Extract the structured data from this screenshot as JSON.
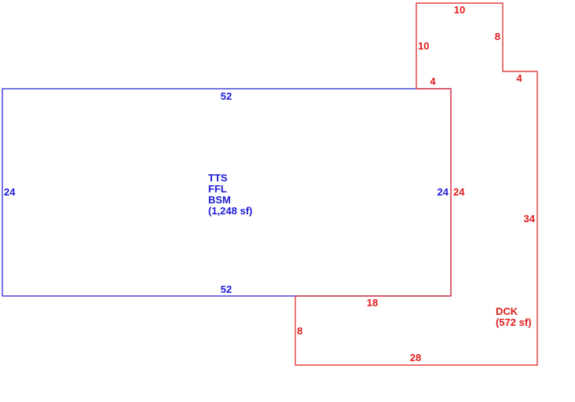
{
  "colors": {
    "main_structure": "#1a1ad6",
    "deck": "#e01b1b",
    "background": "#ffffff"
  },
  "main_area": {
    "labels": [
      "TTS",
      "FFL",
      "BSM"
    ],
    "area": "(1,248 sf)",
    "dimensions": {
      "top": "52",
      "bottom": "52",
      "left": "24",
      "right": "24"
    }
  },
  "deck_area": {
    "label": "DCK",
    "area": "(572 sf)",
    "dimensions": {
      "upper_top": "10",
      "upper_left": "10",
      "upper_right": "8",
      "step_left": "4",
      "step_right": "4",
      "inner_right": "24",
      "outer_right": "34",
      "lower_top": "18",
      "lower_left": "8",
      "bottom": "28"
    }
  }
}
